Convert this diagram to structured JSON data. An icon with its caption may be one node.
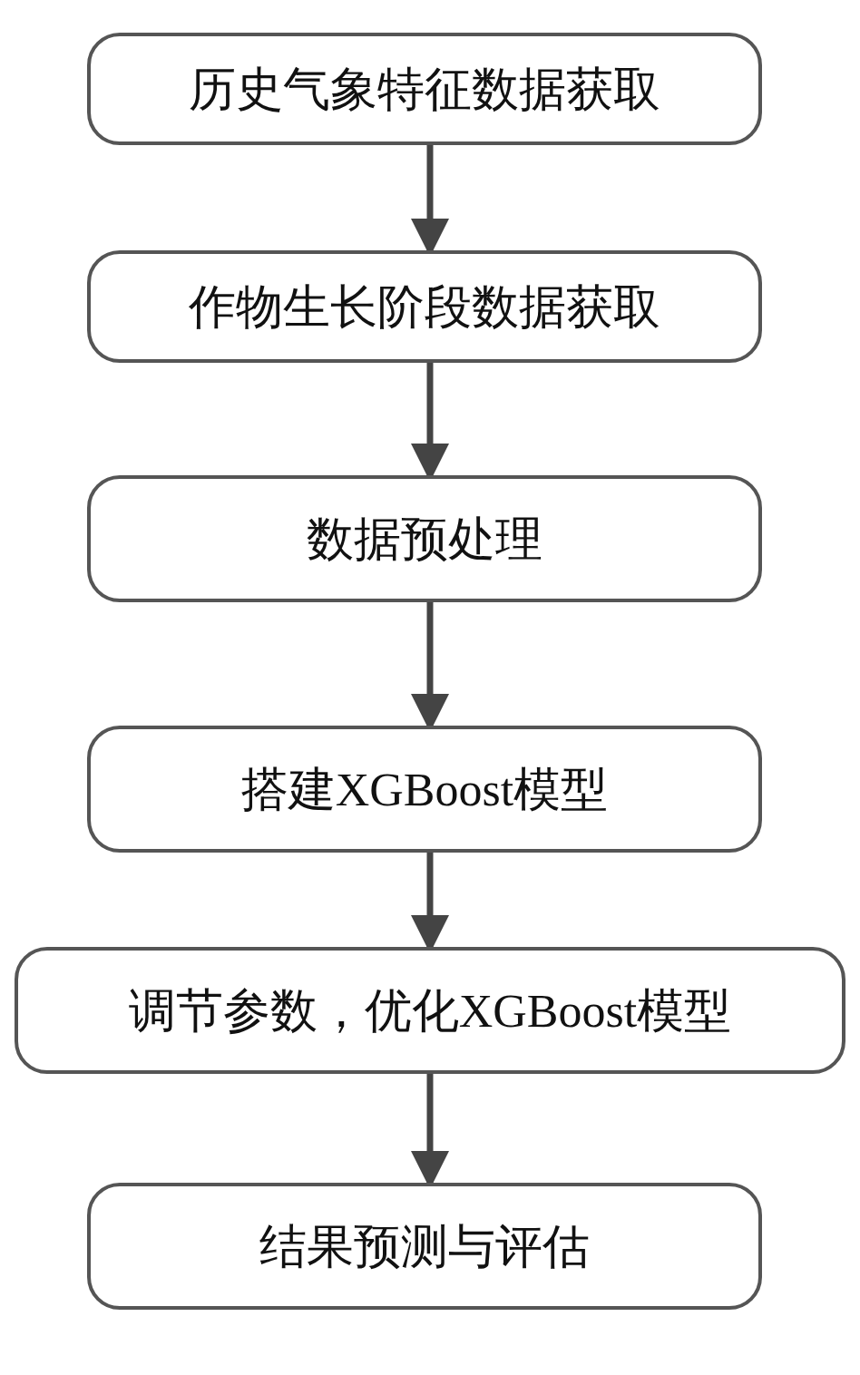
{
  "diagram": {
    "nodes": [
      {
        "text": [
          "历史气象特征数据获取"
        ]
      },
      {
        "text": [
          "作物生长阶段数据获取"
        ]
      },
      {
        "text": [
          "数据预处理"
        ]
      },
      {
        "text": [
          "搭建XGBoost模型"
        ]
      },
      {
        "text": [
          "调节参数，优化XGBoost模型"
        ]
      },
      {
        "text": [
          "结果预测与评估"
        ]
      }
    ],
    "edges": [
      {
        "from": 0,
        "to": 1,
        "arrow": "to"
      },
      {
        "from": 1,
        "to": 2,
        "arrow": "to"
      },
      {
        "from": 2,
        "to": 3,
        "arrow": "to"
      },
      {
        "from": 3,
        "to": 4,
        "arrow": "to"
      },
      {
        "from": 4,
        "to": 5,
        "arrow": "to"
      }
    ]
  }
}
